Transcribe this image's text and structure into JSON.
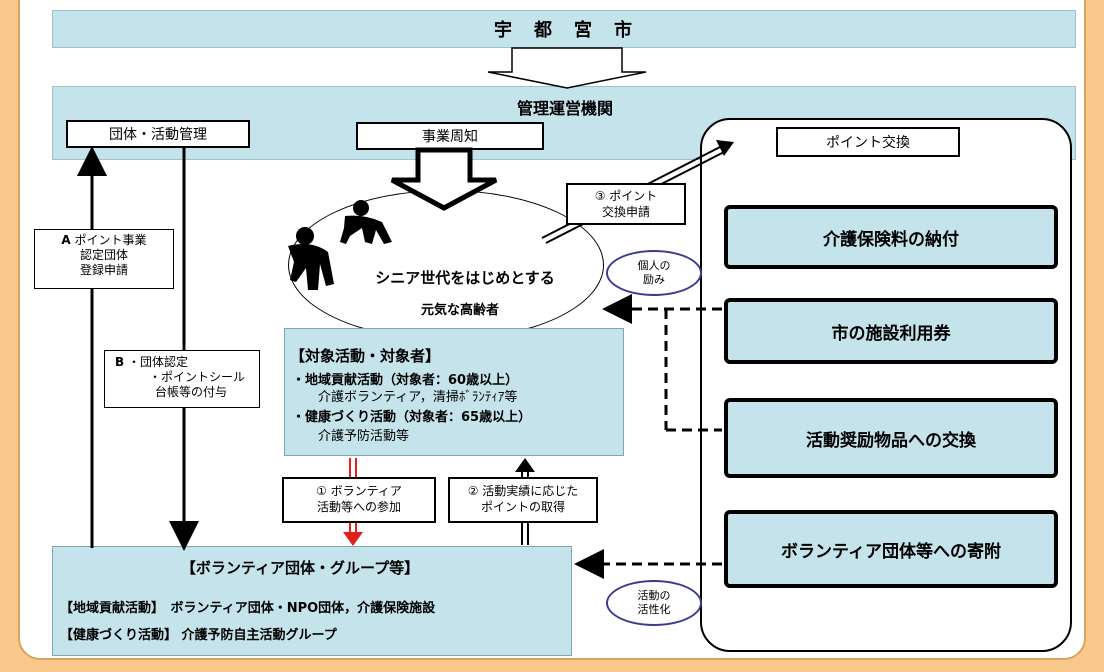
{
  "city": "宇　都　宮　市",
  "agency": {
    "title": "管理運営機関",
    "group_mgmt": "団体・活動管理",
    "notice": "事業周知"
  },
  "exchange": {
    "title": "ポイント交換",
    "options": [
      "介護保険料の納付",
      "市の施設利用券",
      "活動奨励物品への交換",
      "ボランティア団体等への寄附"
    ]
  },
  "elderly": {
    "line1": "シニア世代をはじめとする",
    "line2": "元気な高齢者"
  },
  "activities": {
    "title": "【対象活動・対象者】",
    "item1_title": "・地域貢献活動（対象者：60歳以上）",
    "item1_desc": "介護ボランティア，清掃ﾎﾞﾗﾝﾃｨｱ等",
    "item2_title": "・健康づくり活動（対象者：65歳以上）",
    "item2_desc": "介護予防活動等"
  },
  "groups": {
    "title": "【ボランティア団体・グループ等】",
    "line1": "【地域貢献活動】　ボランティア団体・NPO団体，介護保険施設",
    "line2": "【健康づくり活動】 介護予防自主活動グループ"
  },
  "labels": {
    "a_mark": "A",
    "a_line1": "ポイント事業",
    "a_line2": "認定団体",
    "a_line3": "登録申請",
    "b_mark": "B",
    "b_line1": "・団体認定",
    "b_line2": "・ポイントシール",
    "b_line3": "台帳等の付与",
    "s1_mark": "①",
    "s1_line1": "ボランティア",
    "s1_line2": "活動等への参加",
    "s2_mark": "②",
    "s2_line1": "活動実績に応じた",
    "s2_line2": "ポイントの取得",
    "s3_mark": "③",
    "s3_line1": "ポイント",
    "s3_line2": "交換申請",
    "encourage_1": "個人の",
    "encourage_2": "励み",
    "activate_1": "活動の",
    "activate_2": "活性化"
  },
  "colors": {
    "panel": "#c5e3ea",
    "outer": "#f8c98a",
    "red_arrow": "#e0201b",
    "pill_border": "#3b3b8f"
  }
}
